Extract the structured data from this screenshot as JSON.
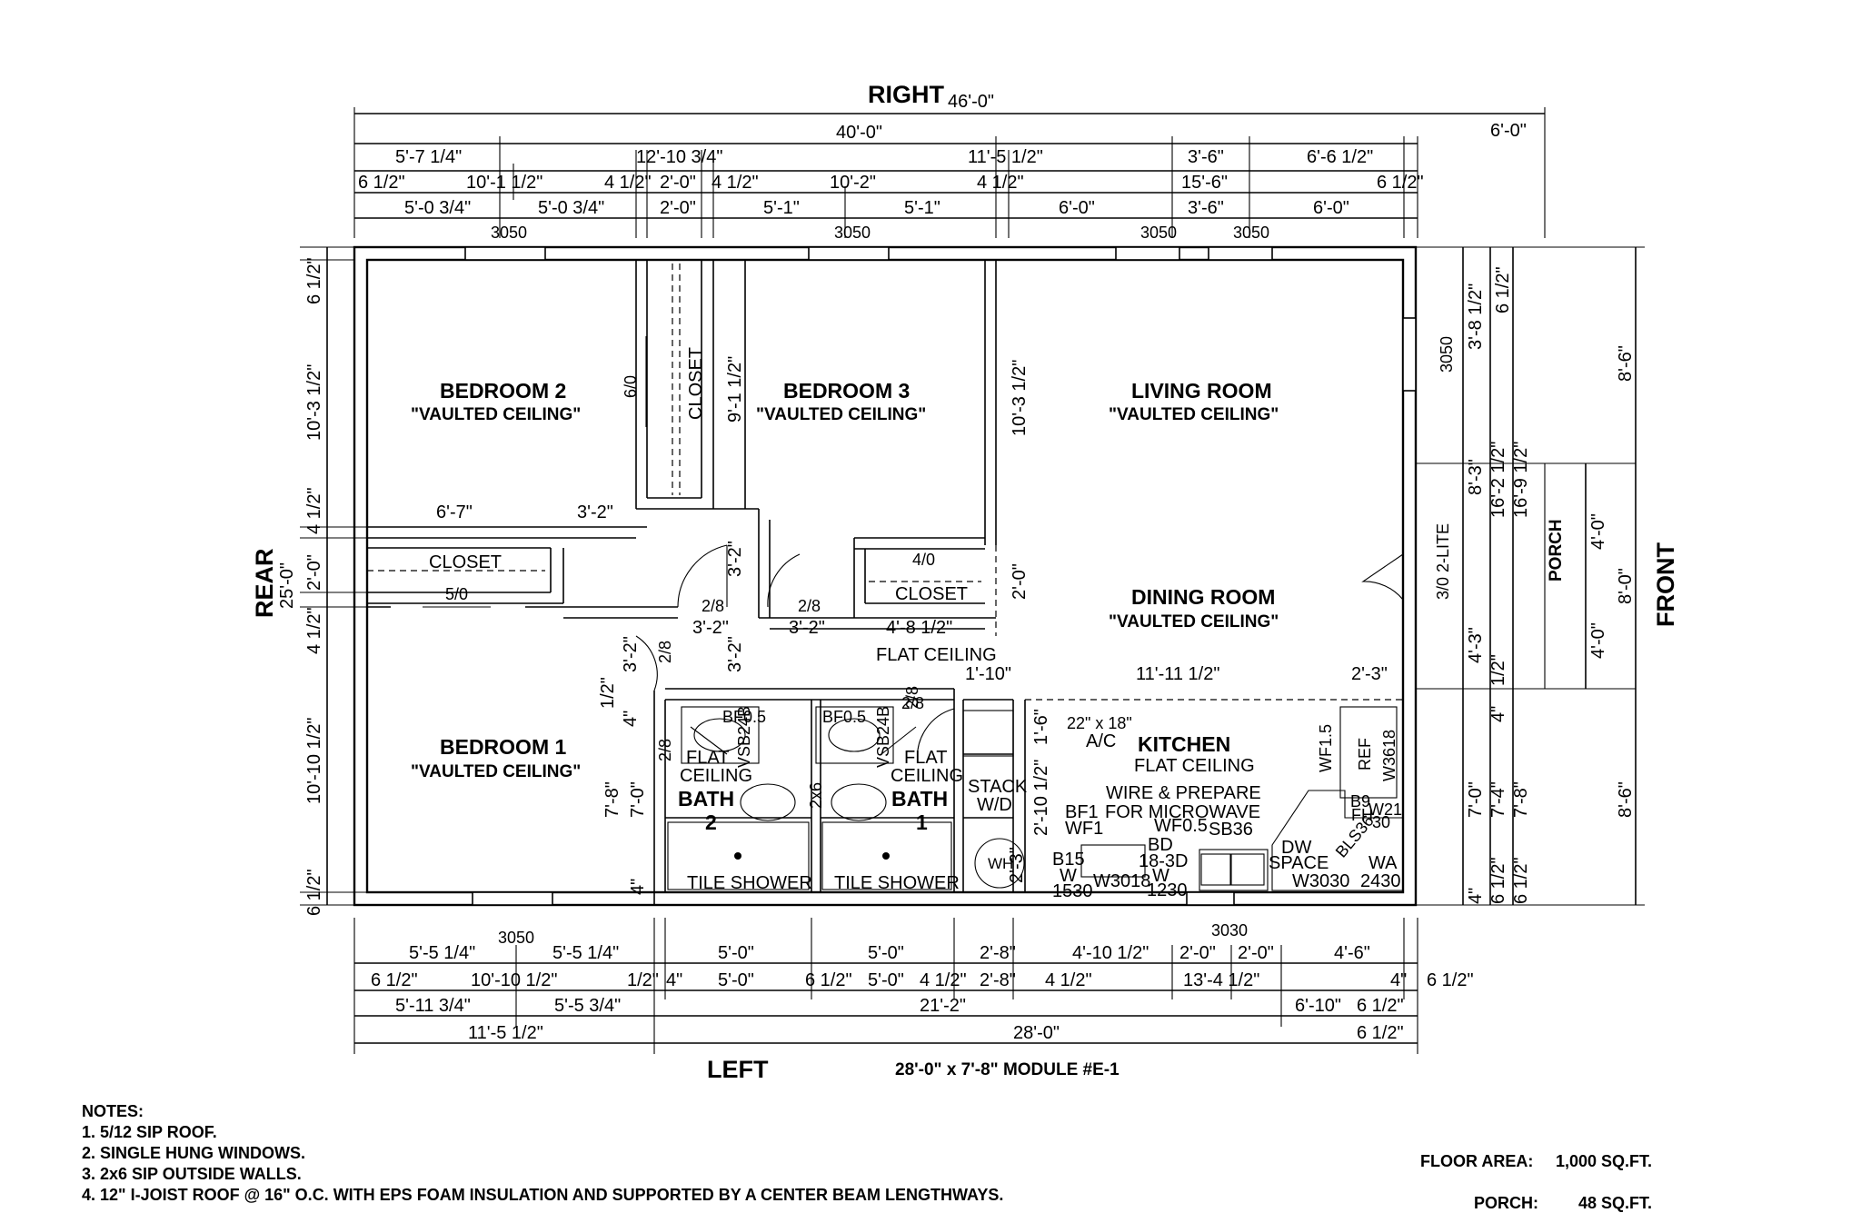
{
  "sides": {
    "right": "RIGHT",
    "right_dim": "46'-0\"",
    "left": "LEFT",
    "rear": "REAR",
    "rear_dim": "25'-0\"",
    "front": "FRONT",
    "porch": "PORCH"
  },
  "module": "28'-0\" x 7'-8\" MODULE #E-1",
  "rooms": {
    "bedroom2": "BEDROOM 2",
    "bedroom3": "BEDROOM 3",
    "living": "LIVING ROOM",
    "dining": "DINING ROOM",
    "bedroom1": "BEDROOM 1",
    "kitchen": "KITCHEN",
    "vaulted": "\"VAULTED CEILING\"",
    "flat_ceiling": "FLAT CEILING",
    "flat": "FLAT",
    "ceiling": "CEILING",
    "bath": "BATH",
    "bath2_num": "2",
    "bath1_num": "1",
    "closet": "CLOSET",
    "tile_shower": "TILE SHOWER",
    "stack": "STACK",
    "wd": "W/D",
    "ac_size": "22\" x 18\"",
    "ac": "A/C",
    "wire1": "WIRE & PREPARE",
    "wire2": "FOR MICROWAVE",
    "wh": "WH",
    "three_lite": "3/0 2-LITE"
  },
  "top_dims": {
    "row1": [
      "40'-0\"",
      "6'-0\""
    ],
    "row2": [
      "5'-7 1/4\"",
      "12'-10 3/4\"",
      "11'-5 1/2\"",
      "3'-6\"",
      "6'-6 1/2\""
    ],
    "row3": [
      "6 1/2\"",
      "10'-1 1/2\"",
      "4 1/2\"",
      "2'-0\"",
      "4 1/2\"",
      "10'-2\"",
      "4 1/2\"",
      "15'-6\"",
      "6 1/2\""
    ],
    "row4": [
      "5'-0 3/4\"",
      "5'-0 3/4\"",
      "2'-0\"",
      "5'-1\"",
      "5'-1\"",
      "6'-0\"",
      "3'-6\"",
      "6'-0\""
    ],
    "windows": [
      "3050",
      "3050",
      "3050",
      "3050"
    ]
  },
  "bottom_dims": {
    "row1": [
      "5'-5 1/4\"",
      "5'-5 1/4\"",
      "5'-0\"",
      "5'-0\"",
      "2'-8\"",
      "4'-10 1/2\"",
      "2'-0\"",
      "2'-0\"",
      "4'-6\""
    ],
    "row2": [
      "6 1/2\"",
      "10'-10 1/2\"",
      "1/2\"",
      "4\"",
      "5'-0\"",
      "6 1/2\"",
      "5'-0\"",
      "4 1/2\"",
      "2'-8\"",
      "4 1/2\"",
      "13'-4 1/2\"",
      "4\"",
      "6 1/2\""
    ],
    "row3": [
      "5'-11 3/4\"",
      "5'-5 3/4\"",
      "21'-2\"",
      "6'-10\"",
      "6 1/2\""
    ],
    "row4": [
      "11'-5 1/2\"",
      "28'-0\"",
      "6 1/2\""
    ],
    "windows": [
      "3050",
      "3030"
    ]
  },
  "left_dims": [
    "6 1/2\"",
    "10'-3 1/2\"",
    "4 1/2\"",
    "2'-0\"",
    "4 1/2\"",
    "10'-10 1/2\"",
    "6 1/2\""
  ],
  "right_dims": {
    "a": [
      "3'-8 1/2\"",
      "6 1/2\""
    ],
    "b": [
      "8'-3\"",
      "16'-2 1/2\"",
      "16'-9 1/2\"",
      "8'-6\""
    ],
    "c": [
      "4'-3\"",
      "1/2\"",
      "4\"",
      "7'-0\"",
      "7'-4\"",
      "7'-8\"",
      "8'-6\"",
      "4\"",
      "6 1/2\"",
      "6 1/2\""
    ],
    "porch": [
      "4'-0\"",
      "8'-0\"",
      "4'-0\""
    ],
    "window": "3050"
  },
  "interior_dims": {
    "bed2": [
      "6'-7\"",
      "3'-2\"",
      "6/0",
      "5/0"
    ],
    "bed3": [
      "9'-1 1/2\"",
      "3'-2\""
    ],
    "living": [
      "10'-3 1/2\"",
      "2'-0\""
    ],
    "hall": [
      "2/8",
      "3'-2\"",
      "2/8",
      "3'-2\"",
      "4'-8 1/2\"",
      "4/0",
      "3'-2\"",
      "2/8",
      "3'-2\"",
      "1/2\"",
      "4\""
    ],
    "kitchen": [
      "1'-10\"",
      "11'-11 1/2\"",
      "2'-3\"",
      "2/8",
      "1'-6\"",
      "2'-10 1/2\"",
      "2'-3\""
    ],
    "bath": [
      "2/8",
      "2/8",
      "7'-8\"",
      "7'-0\"",
      "4\"",
      "2x6"
    ]
  },
  "cabinets": {
    "bath2": [
      "BF0.5",
      "VSB24B"
    ],
    "bath1": [
      "BF0.5",
      "VSB24B"
    ],
    "kitchen": [
      "WF1.5",
      "REF",
      "W3618",
      "B9",
      "FH",
      "W21",
      "30",
      "BLS36",
      "WA",
      "2430",
      "W3030",
      "DW",
      "SPACE",
      "SB36",
      "WF0.5",
      "BD",
      "18-3D",
      "W",
      "1230",
      "W3018",
      "B15",
      "W",
      "1530",
      "BF1",
      "WF1"
    ]
  },
  "notes": [
    "NOTES:",
    "1. 5/12 SIP ROOF.",
    "2. SINGLE HUNG WINDOWS.",
    "3. 2x6 SIP OUTSIDE WALLS.",
    "4. 12\" I-JOIST ROOF @ 16\" O.C. WITH EPS FOAM INSULATION AND SUPPORTED BY A CENTER BEAM LENGTHWAYS."
  ],
  "areas": {
    "floor_label": "FLOOR AREA:",
    "floor_value": "1,000 SQ.FT.",
    "porch_label": "PORCH:",
    "porch_value": "48 SQ.FT."
  }
}
